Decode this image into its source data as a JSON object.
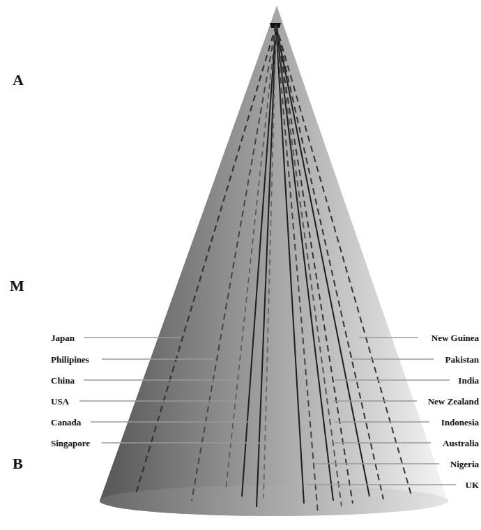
{
  "diagram": {
    "labels": [
      "A",
      "M",
      "B",
      "Japan",
      "Philipines",
      "China",
      "USA",
      "Canada",
      "Singapore",
      "New Guinea",
      "Pakistan",
      "India",
      "New Zealand",
      "Indonesia",
      "Australia",
      "Nigeria",
      "UK"
    ]
  }
}
